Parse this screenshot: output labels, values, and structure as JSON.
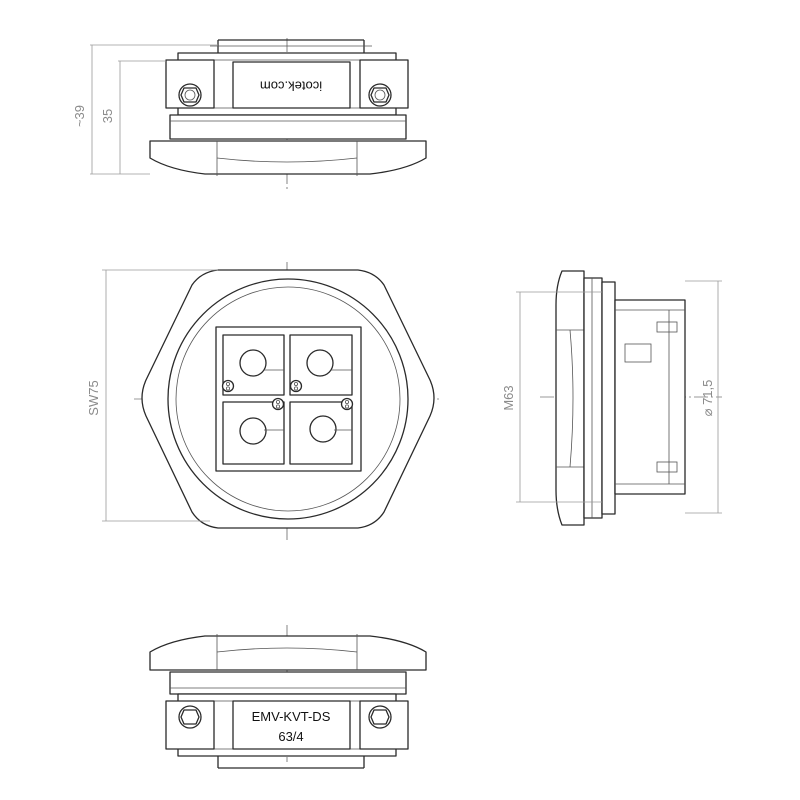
{
  "dimensions": {
    "overall_height": "~39",
    "body_height": "35",
    "wrench_size": "SW75",
    "thread": "M63",
    "diameter": "⌀ 71,5"
  },
  "labels": {
    "top_label": "icotek.com",
    "bottom_label_line1": "EMV-KVT-DS",
    "bottom_label_line2": "63/4"
  },
  "colors": {
    "line": "#2a2a2a",
    "dimension": "#8a8a8a",
    "background": "#ffffff"
  }
}
